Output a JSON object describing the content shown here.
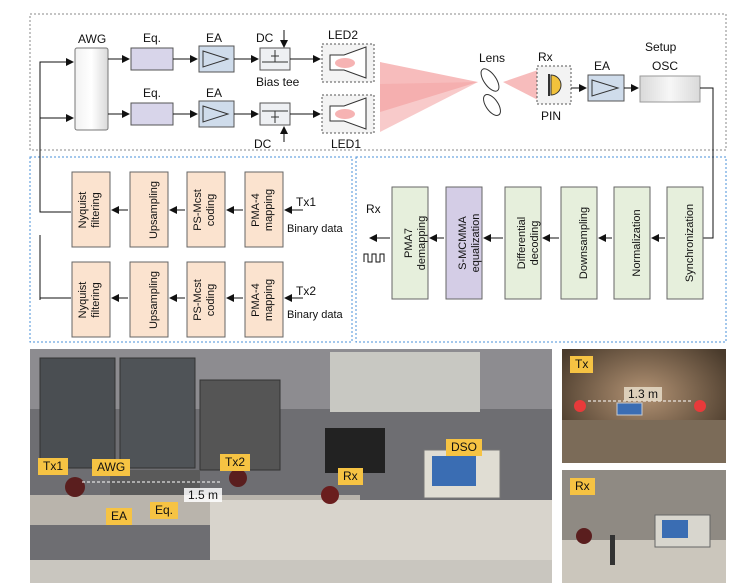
{
  "setup": {
    "awg": "AWG",
    "eq": "Eq.",
    "ea": "EA",
    "dc": "DC",
    "bias_tee": "Bias tee",
    "led2": "LED2",
    "led1": "LED1",
    "lens": "Lens",
    "rx": "Rx",
    "pin": "PIN",
    "setup_label": "Setup",
    "osc": "OSC"
  },
  "tx_chain": {
    "blocks": [
      "Nyquist filtering",
      "Upsampling",
      "PS-Mcst coding",
      "PMA-4 mapping"
    ],
    "tx1": "Tx1",
    "tx2": "Tx2",
    "binary_data": "Binary data"
  },
  "rx_chain": {
    "rx": "Rx",
    "blocks": [
      "PMA7 demapping",
      "S-MCMMA equalization",
      "Differential decoding",
      "Downsampling",
      "Normalization",
      "Synchronization"
    ]
  },
  "photos": {
    "main": {
      "tx1": "Tx1",
      "awg": "AWG",
      "tx2": "Tx2",
      "rx": "Rx",
      "dso": "DSO",
      "ea": "EA",
      "eq": "Eq.",
      "distance": "1.5 m"
    },
    "top_right": {
      "tx": "Tx",
      "distance": "1.3 m"
    },
    "bottom_right": {
      "rx": "Rx"
    }
  },
  "colors": {
    "dsp_block": "#d8d5ea",
    "tx_block": "#fbe3cf",
    "rx_block": "#e6efdc",
    "rx_highlight": "#d4cde6",
    "beam": "#f4a6a6",
    "label_bg": "#f6c343",
    "dotted_border": "#4a90d9"
  }
}
